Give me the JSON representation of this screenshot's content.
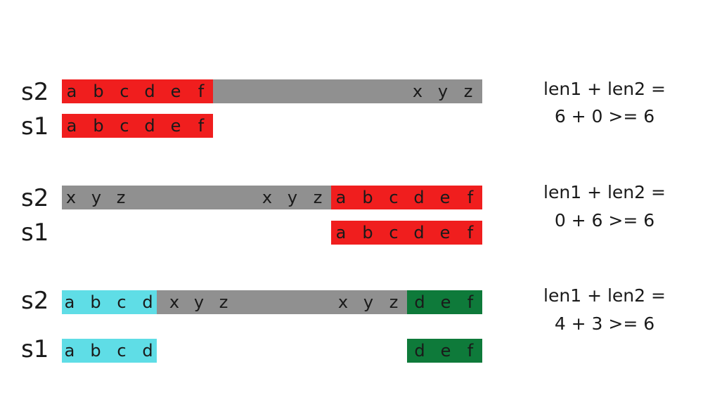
{
  "colors": {
    "red": "#f01e1e",
    "gray": "#909090",
    "cyan": "#5fdde6",
    "green": "#0e7a3a"
  },
  "examples": [
    {
      "s2_label": "s2",
      "s1_label": "s1",
      "s2": {
        "red_chars": [
          "a",
          "b",
          "c",
          "d",
          "e",
          "f"
        ],
        "gray_chars": [
          "x",
          "y",
          "z"
        ]
      },
      "s1": {
        "red_chars": [
          "a",
          "b",
          "c",
          "d",
          "e",
          "f"
        ]
      },
      "equation": {
        "line1": "len1 + len2 =",
        "line2": "6 + 0 >= 6"
      }
    },
    {
      "s2_label": "s2",
      "s1_label": "s1",
      "s2": {
        "gray_start_chars": [
          "x",
          "y",
          "z"
        ],
        "gray_end_chars": [
          "x",
          "y",
          "z"
        ],
        "red_chars": [
          "a",
          "b",
          "c",
          "d",
          "e",
          "f"
        ]
      },
      "s1": {
        "red_chars": [
          "a",
          "b",
          "c",
          "d",
          "e",
          "f"
        ]
      },
      "equation": {
        "line1": "len1 + len2 =",
        "line2": "0 + 6 >= 6"
      }
    },
    {
      "s2_label": "s2",
      "s1_label": "s1",
      "s2": {
        "cyan_chars": [
          "a",
          "b",
          "c",
          "d"
        ],
        "gray_start_chars": [
          "x",
          "y",
          "z"
        ],
        "gray_end_chars": [
          "x",
          "y",
          "z"
        ],
        "green_chars": [
          "d",
          "e",
          "f"
        ]
      },
      "s1": {
        "cyan_chars": [
          "a",
          "b",
          "c",
          "d"
        ],
        "green_chars": [
          "d",
          "e",
          "f"
        ]
      },
      "equation": {
        "line1": "len1 + len2 =",
        "line2": "4 + 3 >= 6"
      }
    }
  ]
}
